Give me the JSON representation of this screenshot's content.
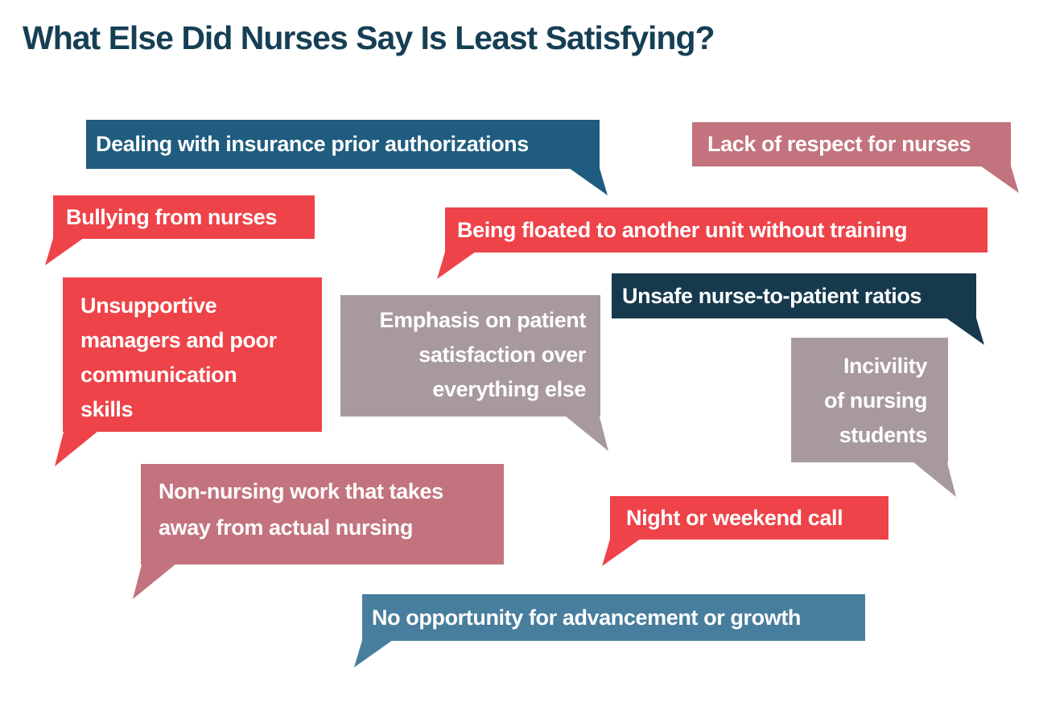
{
  "page": {
    "title": "What Else Did Nurses Say Is Least Satisfying?"
  },
  "palette": {
    "title_text": "#163f54",
    "teal": "#1f5c7f",
    "navy": "#16394d",
    "steel": "#487e9d",
    "red": "#ee4349",
    "mauve": "#c3737d",
    "taupe": "#a89a9c",
    "bubble_text": "#ffffff",
    "background": "#ffffff"
  },
  "bubbles": [
    {
      "id": "insurance-authorizations",
      "text": "Dealing with insurance prior authorizations",
      "color": "teal",
      "tail": "right"
    },
    {
      "id": "lack-of-respect",
      "text": "Lack of respect for nurses",
      "color": "mauve",
      "tail": "right"
    },
    {
      "id": "bullying",
      "text": "Bullying from nurses",
      "color": "red",
      "tail": "left"
    },
    {
      "id": "floating-without-training",
      "text": "Being floated to another unit without training",
      "color": "red",
      "tail": "left"
    },
    {
      "id": "unsupportive-managers",
      "text": "Unsupportive\nmanagers and poor\ncommunication\nskills",
      "color": "red",
      "tail": "left"
    },
    {
      "id": "patient-satisfaction",
      "text": "Emphasis on patient\nsatisfaction over\neverything else",
      "color": "taupe",
      "tail": "right"
    },
    {
      "id": "unsafe-ratios",
      "text": "Unsafe nurse-to-patient ratios",
      "color": "navy",
      "tail": "right"
    },
    {
      "id": "incivility-students",
      "text": "Incivility\nof nursing\nstudents",
      "color": "taupe",
      "tail": "right"
    },
    {
      "id": "non-nursing-work",
      "text": "Non-nursing work that takes\naway from actual nursing",
      "color": "mauve",
      "tail": "left"
    },
    {
      "id": "night-weekend-call",
      "text": "Night or weekend call",
      "color": "red",
      "tail": "left"
    },
    {
      "id": "no-advancement",
      "text": "No opportunity for advancement or growth",
      "color": "steel",
      "tail": "left"
    }
  ]
}
